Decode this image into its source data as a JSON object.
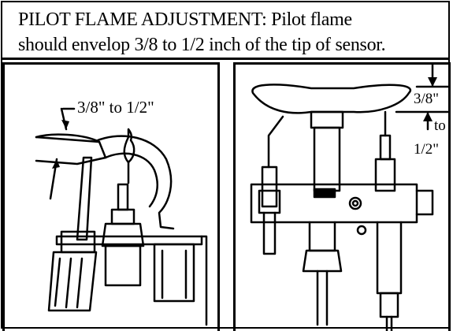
{
  "title": {
    "line1": "PILOT FLAME ADJUSTMENT: Pilot flame",
    "line2": "should envelop 3/8 to 1/2 inch of the tip of sensor."
  },
  "left_panel": {
    "dimension_label": "3/8\" to 1/2\""
  },
  "right_panel": {
    "label_top": "3/8\"",
    "label_mid": "to",
    "label_bottom": "1/2\""
  }
}
